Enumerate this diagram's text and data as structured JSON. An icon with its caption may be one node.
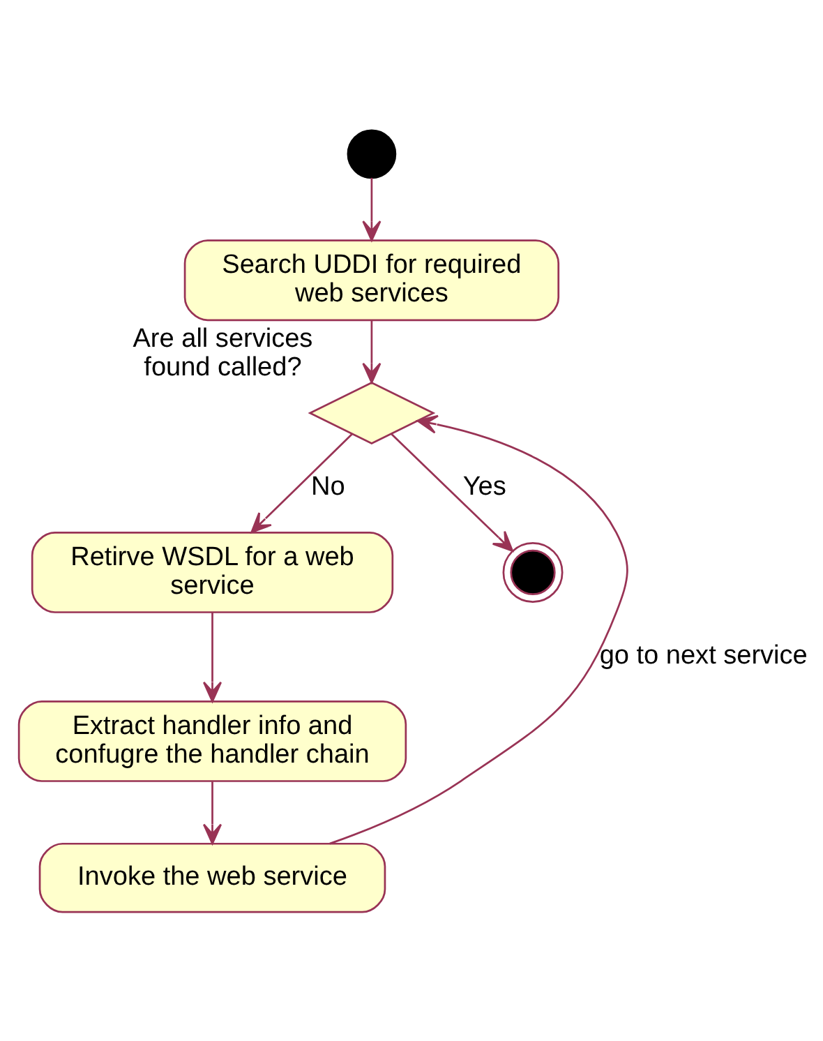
{
  "diagram": {
    "nodes": [
      {
        "text": [],
        "shape": "circle"
      },
      {
        "text": [
          "Search UDDI for required web services"
        ]
      },
      {
        "text": [],
        "shape": "diamond",
        "beside": [
          "Are all services found called?"
        ]
      },
      {
        "text": [
          "Retirve WSDL for a web service"
        ]
      },
      {
        "text": [
          "Extract handler info and confugre the handler chain"
        ]
      },
      {
        "text": [
          "Invoke the web service"
        ]
      },
      {
        "text": [],
        "shape": "circle"
      }
    ],
    "edges": [
      {
        "from": 0,
        "to": 1,
        "arrow": "to"
      },
      {
        "from": 1,
        "to": 2,
        "arrow": "to"
      },
      {
        "from": 2,
        "to": 3,
        "arrow": "to",
        "label": "No"
      },
      {
        "from": 3,
        "to": 4,
        "arrow": "to"
      },
      {
        "from": 4,
        "to": 5,
        "arrow": "to"
      },
      {
        "from": 5,
        "to": 2,
        "arrow": "to",
        "label": "go to next service"
      },
      {
        "from": 2,
        "to": 6,
        "arrow": "to",
        "label": "Yes"
      }
    ]
  }
}
